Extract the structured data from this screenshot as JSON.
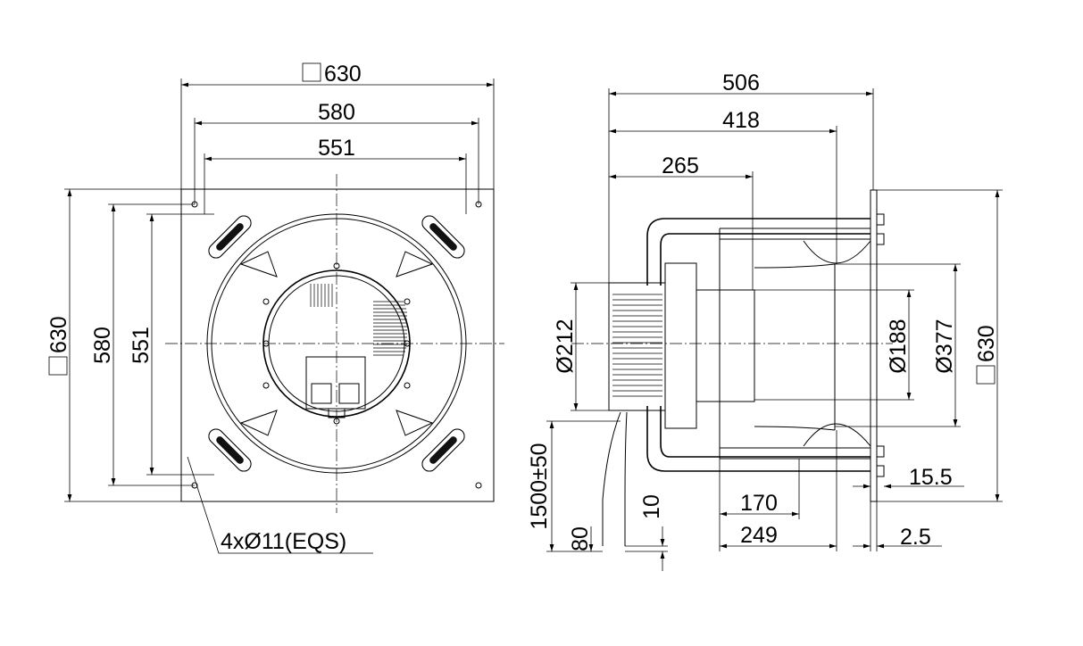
{
  "front_view": {
    "dims": {
      "square_overall": "630",
      "hole_pitch": "580",
      "inner": "551",
      "left_square_overall": "630",
      "left_hole_pitch": "580",
      "left_inner": "551"
    },
    "holes_note": "4xØ11(EQS)",
    "square_symbol": "□"
  },
  "side_view": {
    "dims": {
      "overall_depth": "506",
      "depth_418": "418",
      "depth_265": "265",
      "motor_dia": "Ø212",
      "inlet_dia": "Ø188",
      "impeller_dia": "Ø377",
      "plate_square": "630",
      "offset": "15.5",
      "d170": "170",
      "d249": "249",
      "plate_thickness": "2.5",
      "cable_length": "1500±50",
      "cable_80": "80",
      "cable_10": "10"
    }
  }
}
